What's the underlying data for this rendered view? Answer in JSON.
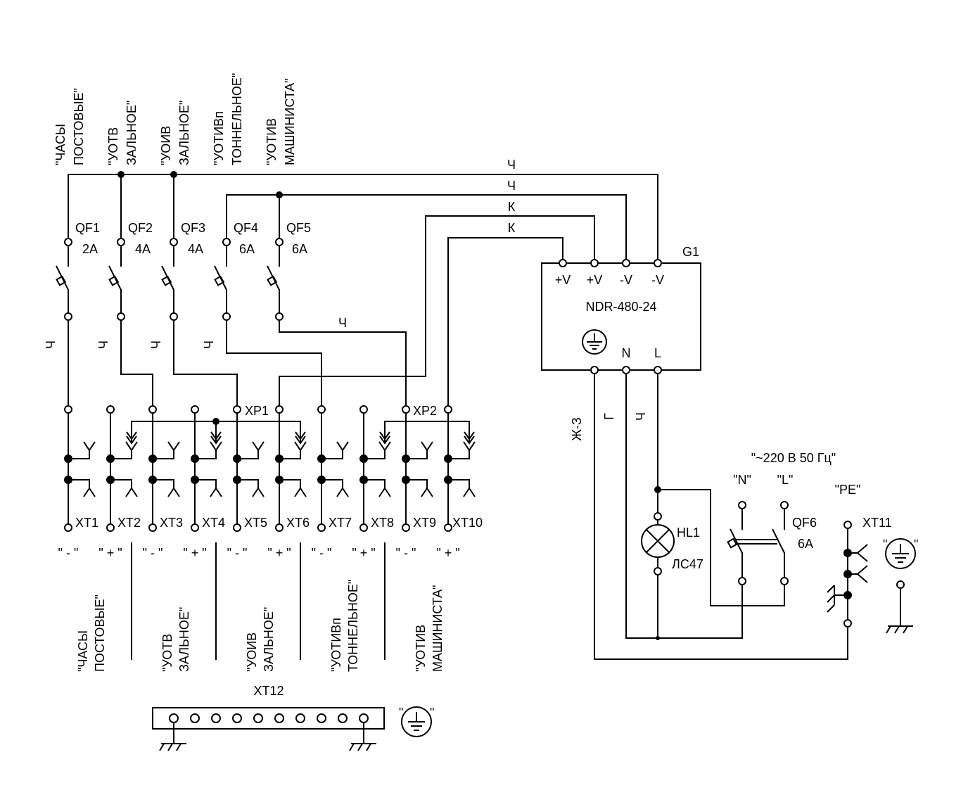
{
  "top_labels": [
    {
      "line1": "\"ЧАСЫ",
      "line2": "ПОСТОВЫЕ\""
    },
    {
      "line1": "\"УОТВ",
      "line2": "ЗАЛЬНОЕ\""
    },
    {
      "line1": "\"УОИВ",
      "line2": "ЗАЛЬНОЕ\""
    },
    {
      "line1": "\"УОТИВп",
      "line2": "ТОННЕЛЬНОЕ\""
    },
    {
      "line1": "\"УОТИВ",
      "line2": "МАШИНИСТА\""
    }
  ],
  "breakers": [
    {
      "name": "QF1",
      "rating": "2А"
    },
    {
      "name": "QF2",
      "rating": "4А"
    },
    {
      "name": "QF3",
      "rating": "4А"
    },
    {
      "name": "QF4",
      "rating": "6А"
    },
    {
      "name": "QF5",
      "rating": "6А"
    }
  ],
  "wire_marks": {
    "ch1": "Ч",
    "ch2": "Ч",
    "k1": "К",
    "k2": "К",
    "ch_qf5": "Ч",
    "v1": "Ч",
    "v2": "Ч",
    "v3": "Ч",
    "v4": "Ч",
    "pe": "Ж-З",
    "n": "Г",
    "l": "Ч"
  },
  "psu": {
    "designator": "G1",
    "model": "NDR-480-24",
    "terminals": [
      "+V",
      "+V",
      "-V",
      "-V"
    ],
    "n_label": "N",
    "l_label": "L"
  },
  "connectors": {
    "xp1": "XP1",
    "xp2": "XP2"
  },
  "terminals": [
    "XT1",
    "XT2",
    "XT3",
    "XT4",
    "XT5",
    "XT6",
    "XT7",
    "XT8",
    "XT9",
    "XT10"
  ],
  "polarity": [
    "\" - \"",
    "\" + \"",
    "\" - \"",
    "\" + \"",
    "\" - \"",
    "\" + \"",
    "\" - \"",
    "\" + \"",
    "\" - \"",
    "\" + \""
  ],
  "bottom_labels": [
    {
      "line1": "\"ЧАСЫ",
      "line2": "ПОСТОВЫЕ\""
    },
    {
      "line1": "\"УОТВ",
      "line2": "ЗАЛЬНОЕ\""
    },
    {
      "line1": "\"УОИВ",
      "line2": "ЗАЛЬНОЕ\""
    },
    {
      "line1": "\"УОТИВп",
      "line2": "ТОННЕЛЬНОЕ\""
    },
    {
      "line1": "\"УОТИВ",
      "line2": "МАШИНИСТА\""
    }
  ],
  "mains": {
    "supply": "\"~220 В 50 Гц\"",
    "n": "\"N\"",
    "l": "\"L\"",
    "pe": "\"PE\"",
    "breaker_name": "QF6",
    "breaker_rating": "6А",
    "lamp_name": "HL1",
    "lamp_model": "ЛС47",
    "pe_terminal": "XT11"
  },
  "ground_bar": {
    "name": "XT12",
    "ground_label_open": "\"",
    "ground_label_close": "\""
  }
}
